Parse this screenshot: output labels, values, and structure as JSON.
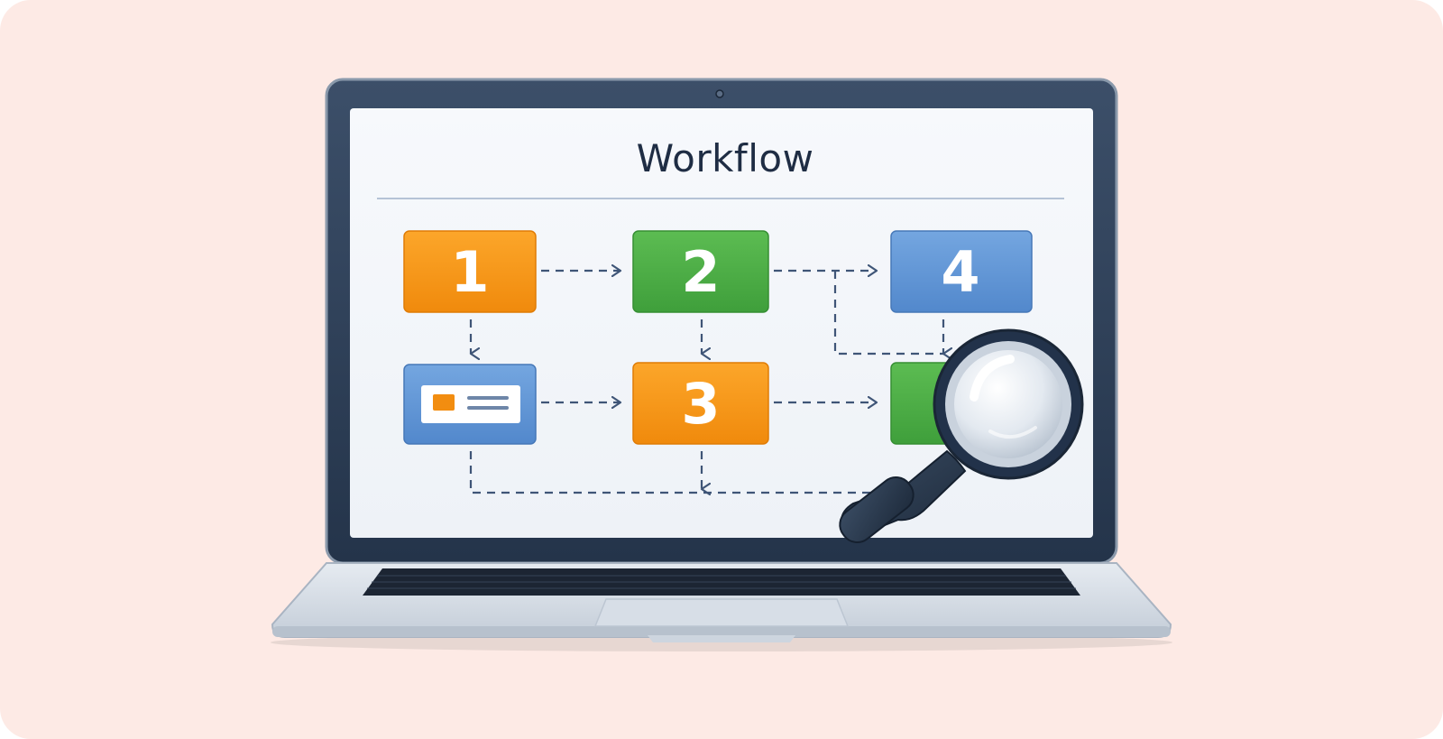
{
  "workflow": {
    "title": "Workflow",
    "steps": [
      {
        "label": "1",
        "color": "#f79a16"
      },
      {
        "label": "2",
        "color": "#4cae45"
      },
      {
        "label": "3",
        "color": "#f79a16"
      },
      {
        "label": "4",
        "color": "#5f93d4"
      }
    ]
  },
  "icons": [
    "laptop-icon",
    "document-card-icon",
    "magnifying-glass-icon"
  ]
}
